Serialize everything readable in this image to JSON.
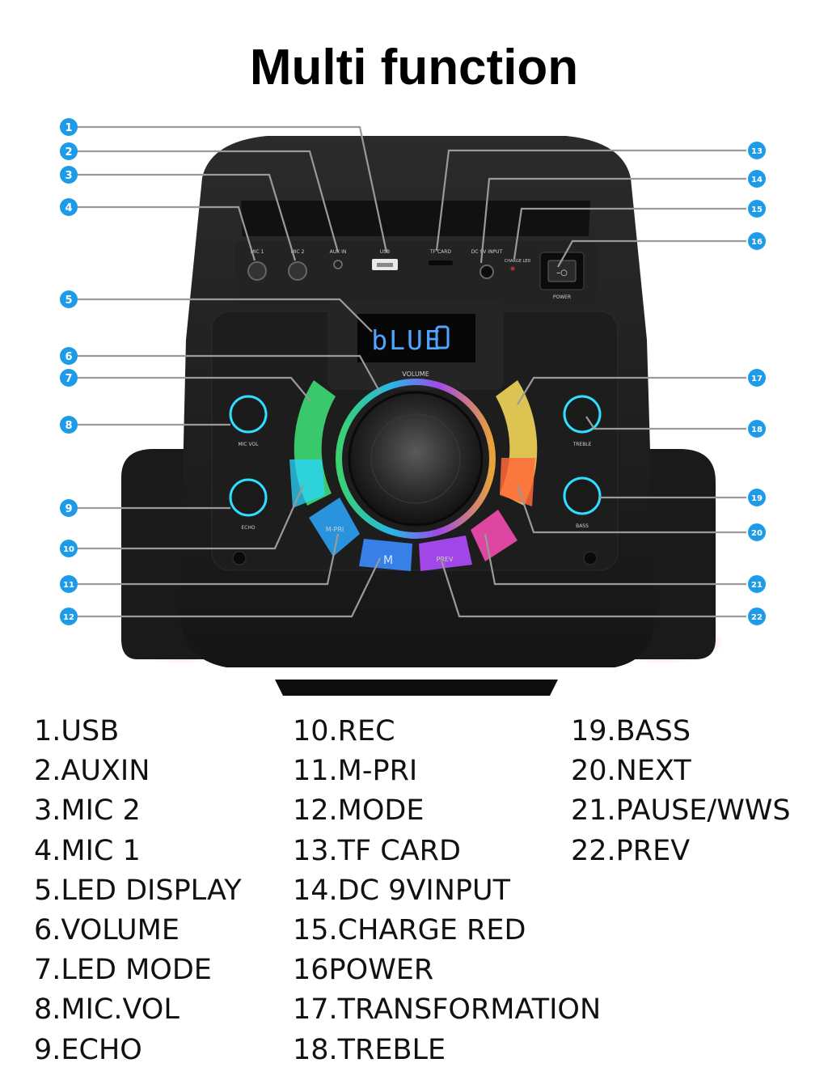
{
  "title": "Multi function",
  "display": {
    "text": "bLUE"
  },
  "panel": {
    "mic1": "MIC 1",
    "mic2": "MIC 2",
    "auxin": "AUX IN",
    "usb": "USB",
    "tfcard": "TF CARD",
    "dcinput": "DC 9V INPUT",
    "charge": "CHARGE LED",
    "power": "POWER",
    "volume": "VOLUME",
    "micvol": "MIC VOL",
    "echo": "ECHO",
    "treble": "TREBLE",
    "bass": "BASS",
    "mode_btn": "M",
    "mpri_btn": "M-PRI",
    "prev_btn": "PREV"
  },
  "callouts": {
    "c1": "1",
    "c2": "2",
    "c3": "3",
    "c4": "4",
    "c5": "5",
    "c6": "6",
    "c7": "7",
    "c8": "8",
    "c9": "9",
    "c10": "10",
    "c11": "11",
    "c12": "12",
    "c13": "13",
    "c14": "14",
    "c15": "15",
    "c16": "16",
    "c17": "17",
    "c18": "18",
    "c19": "19",
    "c20": "20",
    "c21": "21",
    "c22": "22"
  },
  "legend": {
    "col1": [
      "1.USB",
      "2.AUXIN",
      "3.MIC 2",
      "4.MIC 1",
      "5.LED DISPLAY",
      "6.VOLUME",
      "7.LED MODE",
      "8.MIC.VOL",
      "9.ECHO"
    ],
    "col2": [
      "10.REC",
      "11.M-PRI",
      "12.MODE",
      "13.TF CARD",
      "14.DC 9VINPUT",
      "15.CHARGE RED",
      "16POWER",
      "17.TRANSFORMATION",
      "18.TREBLE"
    ],
    "col3": [
      "19.BASS",
      "20.NEXT",
      "21.PAUSE/WWS",
      "22.PREV"
    ]
  },
  "colors": {
    "callout_blue": "#1e9be8",
    "leader_line": "#9a9a9a",
    "speaker_body": "#1e1e1e",
    "display_blue": "#4fa6ff"
  }
}
